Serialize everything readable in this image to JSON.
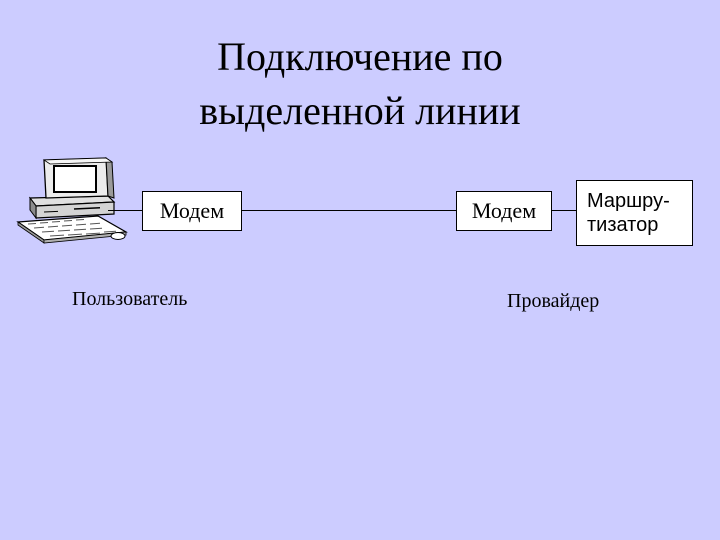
{
  "title": {
    "line1": "Подключение по",
    "line2": "выделенной линии"
  },
  "nodes": {
    "user_modem": "Модем",
    "provider_modem": "Модем",
    "router_line1": "Маршру-",
    "router_line2": "тизатор"
  },
  "labels": {
    "user": "Пользователь",
    "provider": "Провайдер"
  },
  "icons": {
    "computer": "computer-icon"
  },
  "colors": {
    "background": "#ccccff",
    "box_fill": "#ffffff",
    "stroke": "#000000"
  }
}
